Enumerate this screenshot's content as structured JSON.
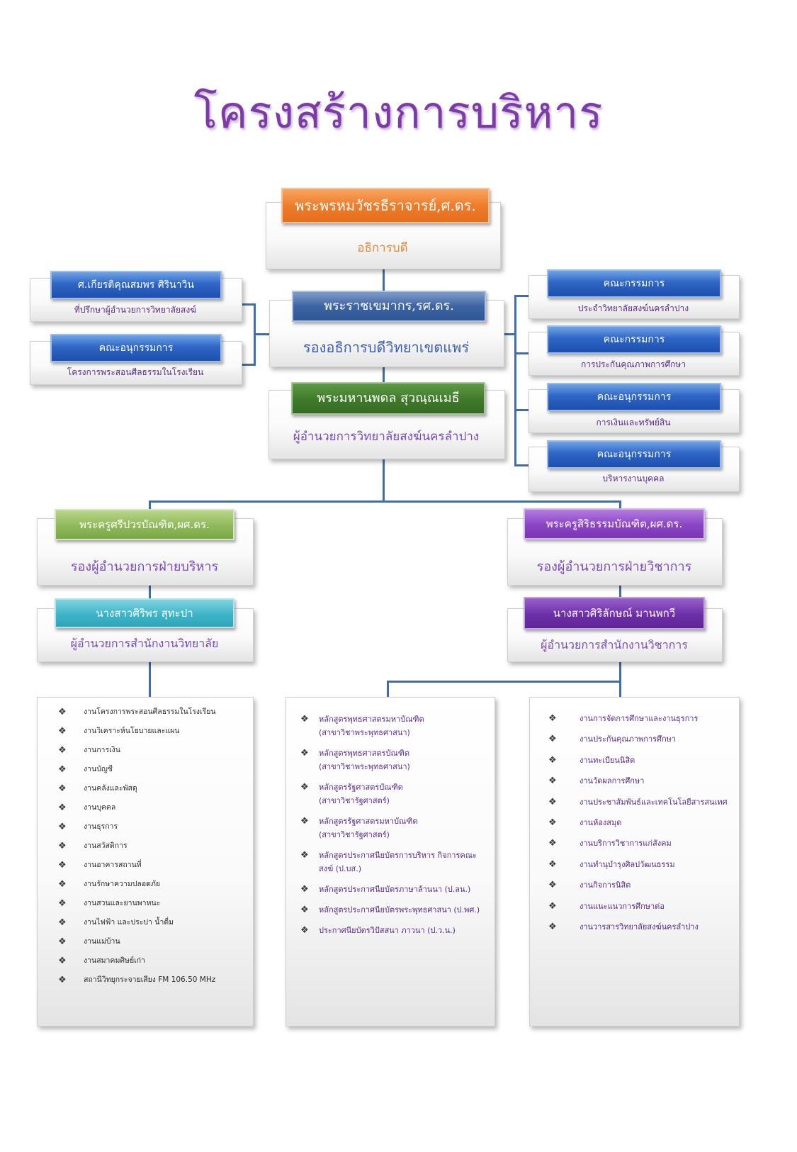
{
  "title": "โครงสร้างการบริหาร",
  "top": {
    "name": "พระพรหมวัชรธีราจารย์,ศ.ดร.",
    "role": "อธิการบดี"
  },
  "vice_rector": {
    "name": "พระราชเขมากร,รศ.ดร.",
    "role": "รองอธิการบดีวิทยาเขตแพร่"
  },
  "director": {
    "name": "พระมหานพดล  สุวณฺณเมธี",
    "role": "ผู้อำนวยการวิทยาลัยสงฆ์นครลำปาง"
  },
  "left_side": [
    {
      "name": "ศ.เกียรติคุณสมพร ศิรินาวิน",
      "role": "ที่ปรึกษาผู้อำนวยการวิทยาลัยสงฆ์"
    },
    {
      "name": "คณะอนุกรรมการ",
      "role": "โครงการพระสอนศีลธรรมในโรงเรียน"
    }
  ],
  "right_side": [
    {
      "name": "คณะกรรมการ",
      "role": "ประจำวิทยาลัยสงฆ์นครลำปาง"
    },
    {
      "name": "คณะกรรมการ",
      "role": "การประกันคุณภาพการศึกษา"
    },
    {
      "name": "คณะอนุกรรมการ",
      "role": "การเงินและทรัพย์สิน"
    },
    {
      "name": "คณะอนุกรรมการ",
      "role": "บริหารงานบุคคล"
    }
  ],
  "deputy_admin": {
    "name": "พระครูศรีปวรบัณฑิต,ผศ.ดร.",
    "role": "รองผู้อำนวยการฝ่ายบริหาร"
  },
  "deputy_academic": {
    "name": "พระครูสิริธรรมบัณฑิต,ผศ.ดร.",
    "role": "รองผู้อำนวยการฝ่ายวิชาการ"
  },
  "office_director": {
    "name": "นางสาวศิริพร  สุทะปา",
    "role": "ผู้อำนวยการสำนักงานวิทยาลัย"
  },
  "academic_office_director": {
    "name": "นางสาวศิริลักษณ์  มานพกวี",
    "role": "ผู้อำนวยการสำนักงานวิชาการ"
  },
  "bullet_symbol": "❖",
  "admin_tasks": [
    "งานโครงการพระสอนศีลธรรมในโรงเรียน",
    "งานวิเคราะห์นโยบายและแผน",
    "งานการเงิน",
    "งานบัญชี",
    "งานคลังและพัสดุ",
    "งานบุคคล",
    "งานธุรการ",
    "งานสวัสดิการ",
    "งานอาคารสถานที่",
    "งานรักษาความปลอดภัย",
    "งานสวนและยานพาหนะ",
    "งานไฟฟ้า และประปา น้ำดื่ม",
    "งานแม่บ้าน",
    "งานสมาคมศิษย์เก่า",
    "สถานีวิทยุกระจายเสียง FM 106.50 MHz"
  ],
  "programs": [
    {
      "line1": "หลักสูตรพุทธศาสตรมหาบัณฑิต",
      "line2": "(สาขาวิชาพระพุทธศาสนา)"
    },
    {
      "line1": "หลักสูตรพุทธศาสตรบัณฑิต",
      "line2": "(สาขาวิชาพระพุทธศาสนา)"
    },
    {
      "line1": "หลักสูตรรัฐศาสตรบัณฑิต",
      "line2": "(สาขาวิชารัฐศาสตร์)"
    },
    {
      "line1": "หลักสูตรรัฐศาสตรมหาบัณฑิต",
      "line2": "(สาขาวิชารัฐศาสตร์)"
    },
    {
      "line1": "หลักสูตรประกาศนียบัตรการบริหาร กิจการคณะ",
      "line2": "สงฆ์ (ป.บส.)"
    },
    {
      "line1": "หลักสูตรประกาศนียบัตรภาษาล้านนา  (ป.ลน.)",
      "line2": ""
    },
    {
      "line1": "หลักสูตรประกาศนียบัตรพระพุทธศาสนา (ป.พศ.)",
      "line2": ""
    },
    {
      "line1": "ประกาศนียบัตรวิปัสสนา ภาวนา (ป.ว.น.)",
      "line2": ""
    }
  ],
  "academic_tasks": [
    "งานการจัดการศึกษาและงานธุรการ",
    "งานประกันคุณภาพการศึกษา",
    "งานทะเบียนนิสิต",
    "งานวัดผลการศึกษา",
    "งานประชาสัมพันธ์และเทคโนโลยีสารสนเทศ",
    "งานห้องสมุด",
    "งานบริการวิชาการแก่สังคม",
    "งานทำนุบำรุงศิลปวัฒนธรรม",
    "งานกิจการนิสิต",
    "งานแนะแนวการศึกษาต่อ",
    "งานวารสารวิทยาลัยสงฆ์นครลำปาง"
  ]
}
